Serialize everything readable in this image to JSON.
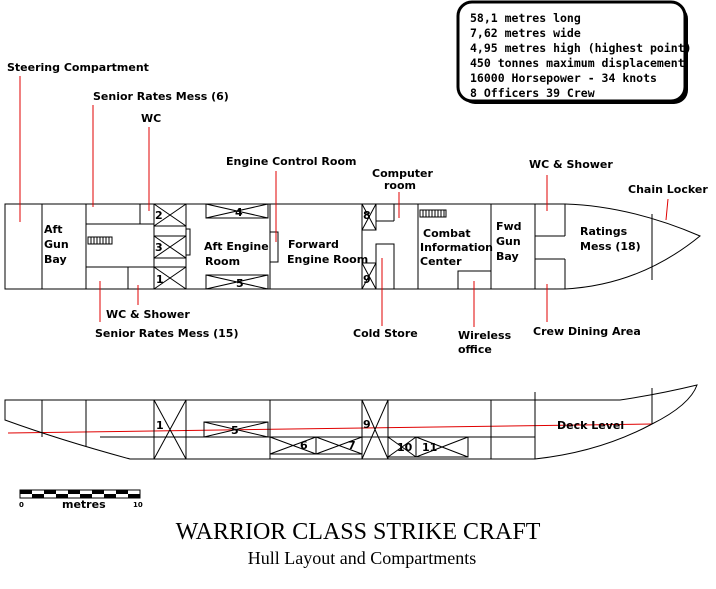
{
  "specs": {
    "lines": [
      "58,1 metres long",
      "7,62 metres wide",
      "4,95 metres high (highest point)",
      " 450 tonnes maximum displacement",
      "16000 Horsepower - 34 knots",
      " 8 Officers 39 Crew"
    ]
  },
  "plan_rooms": {
    "aft_gun_bay": [
      "Aft",
      "Gun",
      "Bay"
    ],
    "aft_engine_room": [
      "Aft Engine",
      "Room"
    ],
    "forward_engine_room": [
      "Forward",
      "Engine Room"
    ],
    "combat_information_center": [
      "Combat",
      "Information",
      "Center"
    ],
    "fwd_gun_bay": [
      "Fwd",
      "Gun",
      "Bay"
    ],
    "ratings_mess": [
      "Ratings",
      "Mess (18)"
    ]
  },
  "callouts": {
    "steering": "Steering Compartment",
    "senior_rates_mess_6": "Senior Rates Mess (6)",
    "wc": "WC",
    "engine_control_room": "Engine Control Room",
    "computer_room": [
      "Computer",
      "room"
    ],
    "wc_shower_top": "WC & Shower",
    "chain_locker": "Chain Locker",
    "wc_shower_bottom": "WC & Shower",
    "senior_rates_mess_15": "Senior Rates Mess (15)",
    "cold_store": "Cold Store",
    "wireless_office": [
      "Wireless",
      "office"
    ],
    "crew_dining": "Crew Dining Area",
    "deck_level": "Deck Level"
  },
  "plan_compartment_numbers": [
    "2",
    "3",
    "1",
    "4",
    "5",
    "8",
    "9"
  ],
  "side_compartment_numbers": [
    "1",
    "5",
    "6",
    "7",
    "9",
    "10",
    "11"
  ],
  "scale": {
    "start": "0",
    "end": "10",
    "unit": "metres"
  },
  "title": "WARRIOR CLASS STRIKE CRAFT",
  "subtitle": "Hull Layout and Compartments",
  "colors": {
    "callout_line": "#e00000",
    "ink": "#000000",
    "background": "#ffffff"
  }
}
